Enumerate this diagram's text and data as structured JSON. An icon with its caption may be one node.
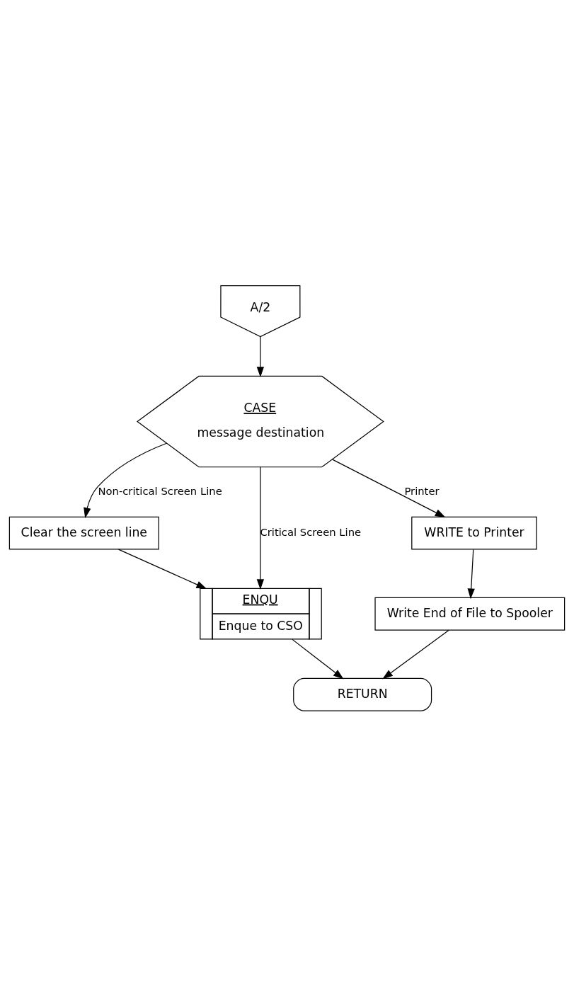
{
  "diagram": {
    "nodes": [
      {
        "text": [
          "A/2"
        ]
      },
      {
        "text": [
          "CASE",
          "message destination"
        ]
      },
      {
        "text": [
          "Clear the screen line"
        ]
      },
      {
        "text": [
          "ENQU",
          "Enque to CSO"
        ]
      },
      {
        "text": [
          "WRITE to Printer"
        ]
      },
      {
        "text": [
          "Write End of File to Spooler"
        ]
      },
      {
        "text": [
          "RETURN"
        ]
      }
    ],
    "edges": [
      {
        "from": 0,
        "to": 1,
        "arrow": "to"
      },
      {
        "from": 1,
        "to": 3,
        "arrow": "to",
        "label": "Critical Screen Line"
      },
      {
        "from": 1,
        "to": 2,
        "arrow": "to",
        "label": "Non-critical Screen Line"
      },
      {
        "from": 1,
        "to": 4,
        "arrow": "to",
        "label": "Printer"
      },
      {
        "from": 2,
        "to": 3,
        "arrow": "to"
      },
      {
        "from": 4,
        "to": 5,
        "arrow": "to"
      },
      {
        "from": 3,
        "to": 6,
        "arrow": "to"
      },
      {
        "from": 5,
        "to": 6,
        "arrow": "to"
      }
    ]
  }
}
